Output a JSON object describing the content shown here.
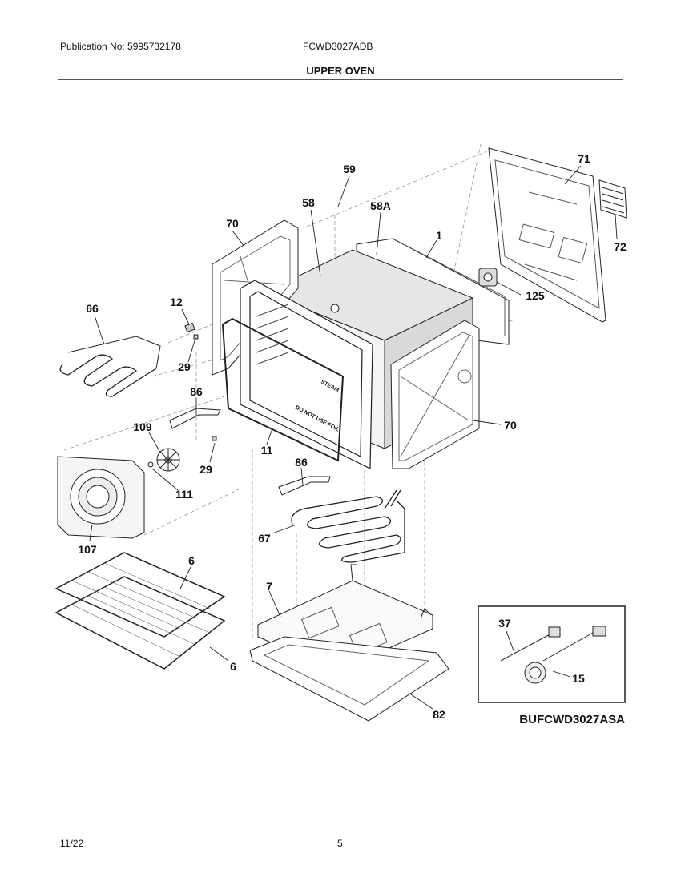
{
  "header": {
    "publication": "Publication No: 5995732178",
    "model": "FCWD3027ADB",
    "title": "UPPER OVEN"
  },
  "diagram": {
    "part_labels": [
      "59",
      "71",
      "58",
      "58A",
      "70",
      "1",
      "72",
      "125",
      "12",
      "66",
      "29",
      "86",
      "70",
      "109",
      "11",
      "29",
      "86",
      "111",
      "67",
      "107",
      "6",
      "7",
      "37",
      "15",
      "6",
      "82"
    ],
    "kit_code": "BUFCWD3027ASA",
    "panel_text": [
      "DO NOT USE FOIL",
      "STEAM"
    ]
  },
  "footer": {
    "date": "11/22",
    "page": "5"
  }
}
